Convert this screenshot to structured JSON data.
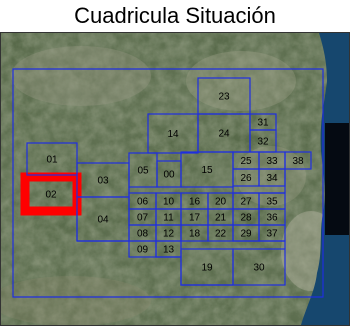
{
  "title": "Cuadricula Situación",
  "colors": {
    "grid_line": "#1f2fe0",
    "highlight": "#ff0000",
    "sea": "#16476e",
    "land": "#586a4a"
  },
  "cells": [
    {
      "id": "23",
      "label": "23"
    },
    {
      "id": "31",
      "label": "31"
    },
    {
      "id": "32",
      "label": "32"
    },
    {
      "id": "14",
      "label": "14"
    },
    {
      "id": "24",
      "label": "24"
    },
    {
      "id": "01",
      "label": "01"
    },
    {
      "id": "05",
      "label": "05"
    },
    {
      "id": "00",
      "label": "00"
    },
    {
      "id": "15",
      "label": "15"
    },
    {
      "id": "25",
      "label": "25"
    },
    {
      "id": "33",
      "label": "33"
    },
    {
      "id": "38",
      "label": "38"
    },
    {
      "id": "26",
      "label": "26"
    },
    {
      "id": "34",
      "label": "34"
    },
    {
      "id": "03",
      "label": "03"
    },
    {
      "id": "02",
      "label": "02",
      "highlighted": true
    },
    {
      "id": "06",
      "label": "06"
    },
    {
      "id": "10",
      "label": "10"
    },
    {
      "id": "16",
      "label": "16"
    },
    {
      "id": "20",
      "label": "20"
    },
    {
      "id": "27",
      "label": "27"
    },
    {
      "id": "35",
      "label": "35"
    },
    {
      "id": "04",
      "label": "04"
    },
    {
      "id": "07",
      "label": "07"
    },
    {
      "id": "11",
      "label": "11"
    },
    {
      "id": "17",
      "label": "17"
    },
    {
      "id": "21",
      "label": "21"
    },
    {
      "id": "28",
      "label": "28"
    },
    {
      "id": "36",
      "label": "36"
    },
    {
      "id": "08",
      "label": "08"
    },
    {
      "id": "12",
      "label": "12"
    },
    {
      "id": "18",
      "label": "18"
    },
    {
      "id": "22",
      "label": "22"
    },
    {
      "id": "29",
      "label": "29"
    },
    {
      "id": "37",
      "label": "37"
    },
    {
      "id": "09",
      "label": "09"
    },
    {
      "id": "13",
      "label": "13"
    },
    {
      "id": "19",
      "label": "19"
    },
    {
      "id": "30",
      "label": "30"
    }
  ]
}
